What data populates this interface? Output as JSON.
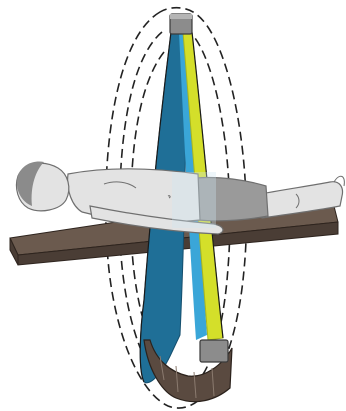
{
  "figure": {
    "colors": {
      "background": "#ffffff",
      "table_top": "#6b5a4e",
      "table_side": "#4a3d35",
      "skin": "#e3e3e3",
      "skin_outline": "#6f6f6f",
      "shorts": "#9a9a9a",
      "hair": "#8b8b8b",
      "blue_fan": "#1f6f97",
      "blue_dark": "#154f6e",
      "light_blue_fan": "#3aa6d8",
      "yellow_fan": "#d4df2a",
      "yellow_dark": "#a9b51d",
      "source_block": "#8c8c8c",
      "detector_arc": "#5a4a40",
      "dashed_orbit": "#222222",
      "beam_highlight": "#cfe6f2"
    },
    "parts": [
      "x-ray-source-block",
      "fan-beam-blue",
      "fan-beam-yellow",
      "detector-arc",
      "gantry-orbit-dashes",
      "patient-lying-supine",
      "scanner-table"
    ]
  }
}
